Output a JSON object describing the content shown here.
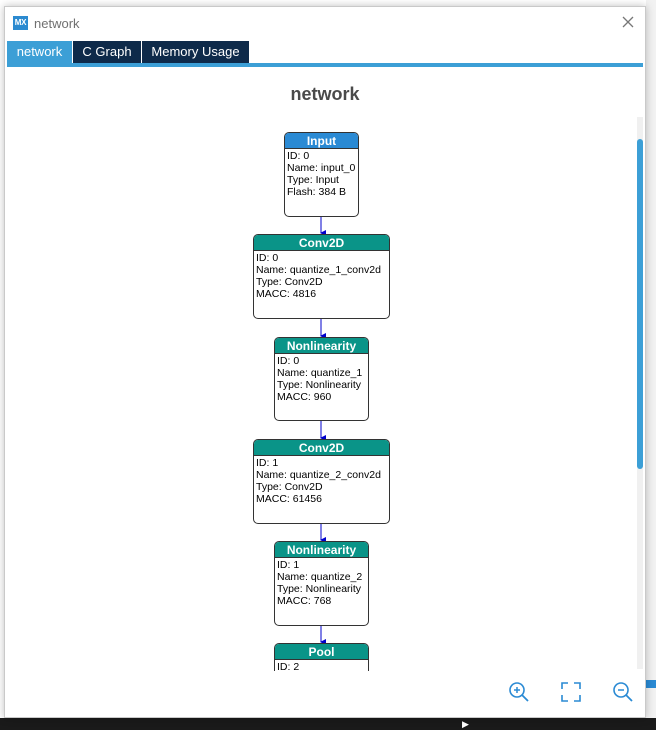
{
  "window": {
    "logo_text": "MX",
    "title": "network"
  },
  "tabs": [
    {
      "label": "network",
      "active": true
    },
    {
      "label": "C Graph",
      "active": false
    },
    {
      "label": "Memory Usage",
      "active": false
    }
  ],
  "graph": {
    "title": "network",
    "nodes": [
      {
        "header": "Input",
        "kind": "input",
        "lines": [
          "ID: 0",
          "Name: input_0",
          "Type: Input",
          "Flash: 384 B"
        ]
      },
      {
        "header": "Conv2D",
        "kind": "op",
        "lines": [
          "ID: 0",
          "Name: quantize_1_conv2d",
          "Type: Conv2D",
          "MACC: 4816"
        ]
      },
      {
        "header": "Nonlinearity",
        "kind": "op",
        "lines": [
          "ID: 0",
          "Name: quantize_1",
          "Type: Nonlinearity",
          "MACC: 960"
        ]
      },
      {
        "header": "Conv2D",
        "kind": "op",
        "lines": [
          "ID: 1",
          "Name: quantize_2_conv2d",
          "Type: Conv2D",
          "MACC: 61456"
        ]
      },
      {
        "header": "Nonlinearity",
        "kind": "op",
        "lines": [
          "ID: 1",
          "Name: quantize_2",
          "Type: Nonlinearity",
          "MACC: 768"
        ]
      },
      {
        "header": "Pool",
        "kind": "op",
        "lines": [
          "ID: 2"
        ]
      }
    ]
  },
  "toolbar": {
    "zoom_in": "zoom-in-icon",
    "fit": "fit-screen-icon",
    "zoom_out": "zoom-out-icon"
  },
  "colors": {
    "accent": "#3c9fd6",
    "tab_dark": "#0e2a4a",
    "node_header": "#0a9488",
    "input_header": "#2a8ad4",
    "edge": "#0000cc"
  }
}
